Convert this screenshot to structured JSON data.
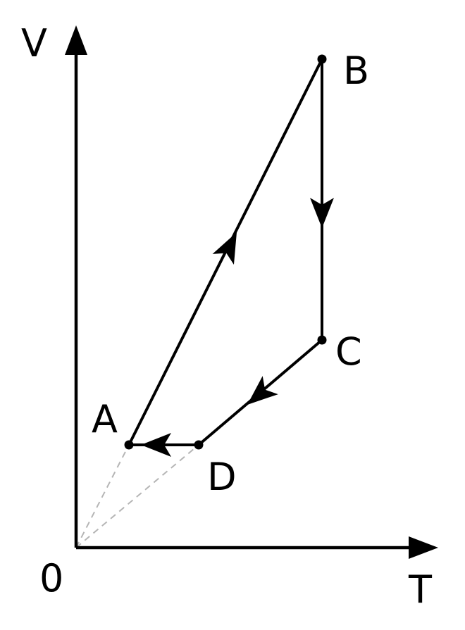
{
  "diagram": {
    "axes": {
      "vertical_label": "V",
      "horizontal_label": "T",
      "origin_label": "0"
    },
    "points": {
      "A": "A",
      "B": "B",
      "C": "C",
      "D": "D"
    },
    "process_order": [
      "A",
      "B",
      "C",
      "D",
      "A"
    ],
    "colors": {
      "line": "#000000",
      "guide": "#b5b5b5",
      "background": "#ffffff"
    }
  }
}
